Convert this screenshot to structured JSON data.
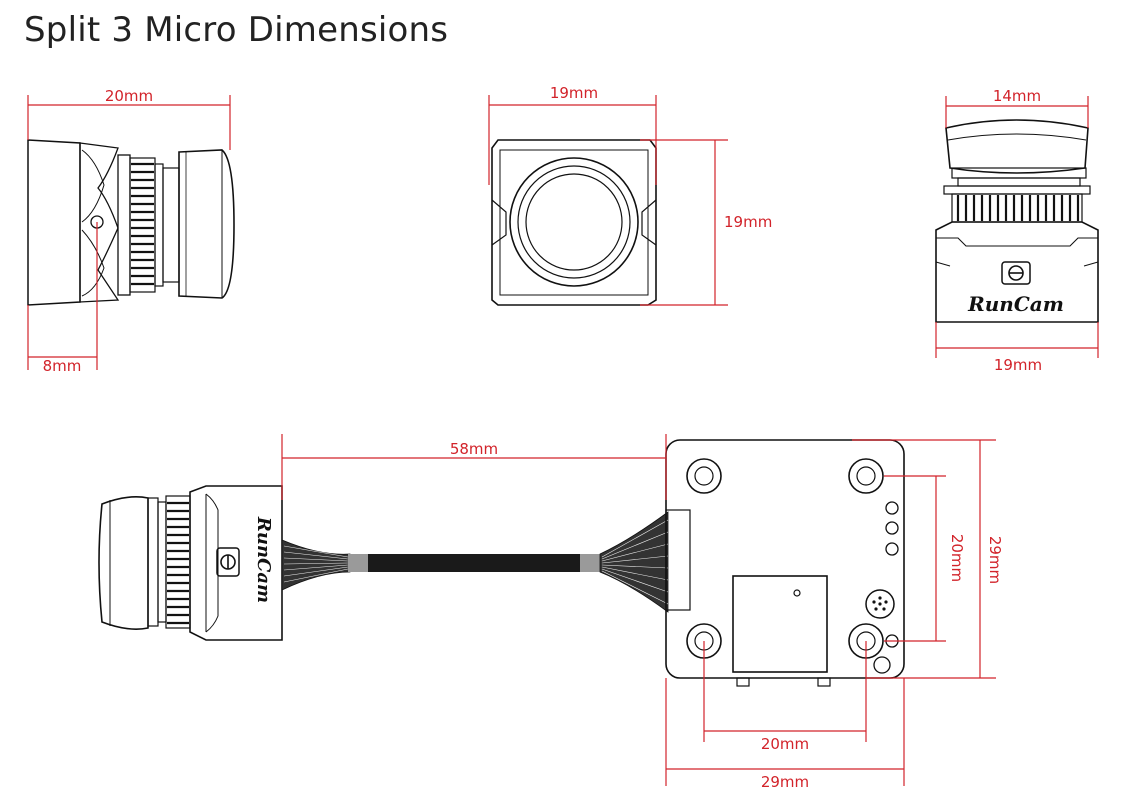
{
  "title": "Split 3 Micro Dimensions",
  "side_view": {
    "width_label": "20mm",
    "offset_label": "8mm"
  },
  "front_view": {
    "width_label": "19mm",
    "height_label": "19mm"
  },
  "rear_view": {
    "top_label": "14mm",
    "bottom_label": "19mm",
    "brand": "RunCam"
  },
  "assembly_view": {
    "cable_label": "58mm",
    "hole_vertical_label": "20mm",
    "board_height_label": "29mm",
    "hole_horizontal_label": "20mm",
    "board_width_label": "29mm",
    "brand": "RunCam"
  },
  "colors": {
    "dimension": "#d2232a",
    "outline": "#111111"
  }
}
